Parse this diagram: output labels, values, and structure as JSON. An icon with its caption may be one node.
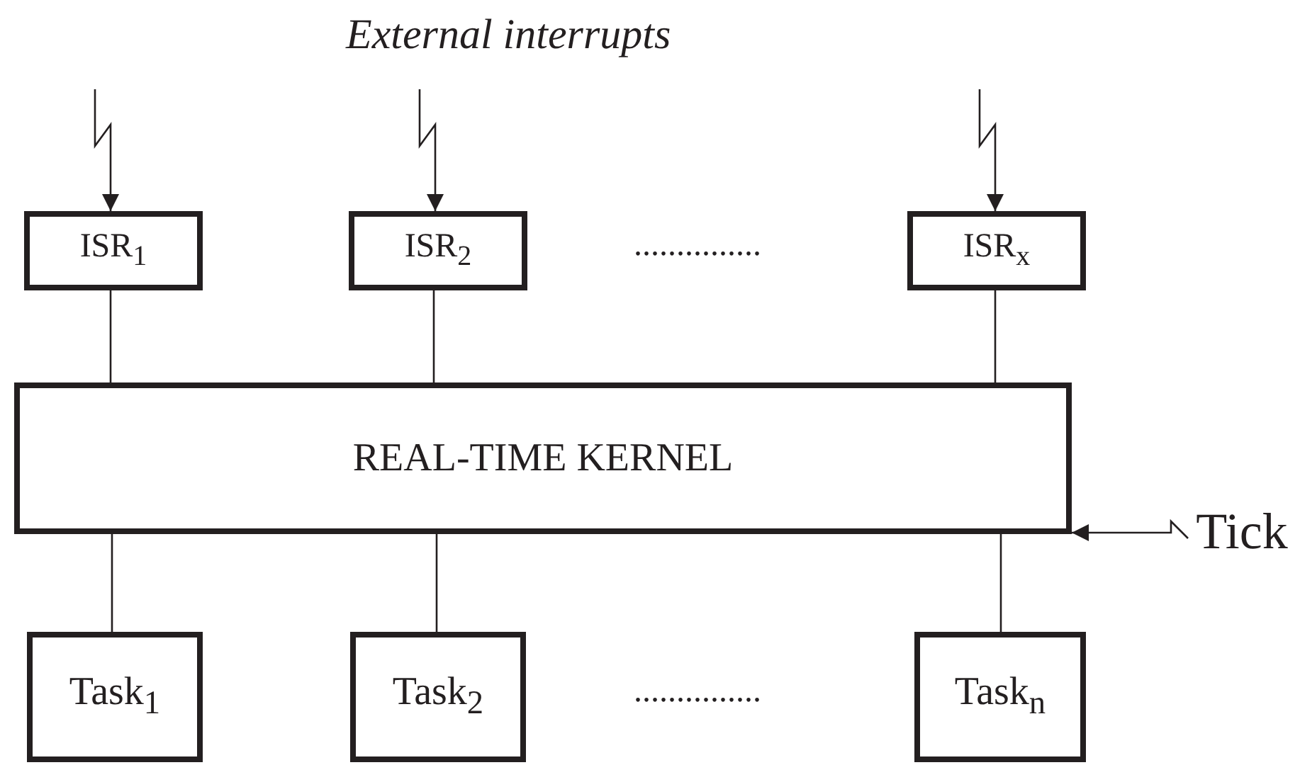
{
  "diagram": {
    "title": "External interrupts",
    "nodes": [
      {
        "text": [
          "ISR$_{1}$"
        ]
      },
      {
        "text": [
          "ISR$_{2}$"
        ]
      },
      {
        "text": [
          "ISR$_{x}$"
        ]
      },
      {
        "text": [
          "REAL-TIME KERNEL"
        ]
      },
      {
        "text": [
          "Task$_{1}$"
        ]
      },
      {
        "text": [
          "Task$_{2}$"
        ]
      },
      {
        "text": [
          "Task$_{n}$"
        ]
      },
      {
        "text": [
          "Tick"
        ]
      }
    ],
    "edges": [
      {
        "from": null,
        "to": 0,
        "arrow": "to"
      },
      {
        "from": null,
        "to": 1,
        "arrow": "to"
      },
      {
        "from": null,
        "to": 2,
        "arrow": "to"
      },
      {
        "from": 0,
        "to": 3,
        "arrow": "none"
      },
      {
        "from": 1,
        "to": 3,
        "arrow": "none"
      },
      {
        "from": 2,
        "to": 3,
        "arrow": "none"
      },
      {
        "from": 3,
        "to": 4,
        "arrow": "none"
      },
      {
        "from": 3,
        "to": 5,
        "arrow": "none"
      },
      {
        "from": 3,
        "to": 6,
        "arrow": "none"
      },
      {
        "from": 7,
        "to": 3,
        "arrow": "to"
      }
    ],
    "labels": [
      "...............",
      "..............."
    ]
  }
}
